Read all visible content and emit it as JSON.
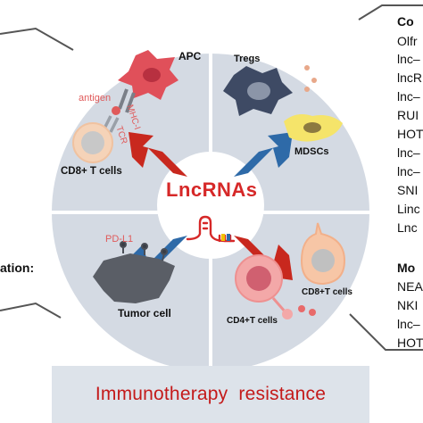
{
  "center": {
    "title": "LncRNAs"
  },
  "quadrants": {
    "top_left": {
      "cell_label": "APC",
      "antigen_label": "antigen",
      "mhc_label": "MHC-I",
      "tcr_label": "TCR",
      "tcell_label": "CD8+ T cells"
    },
    "top_right": {
      "tregs_label": "Tregs",
      "mdscs_label": "MDSCs"
    },
    "bottom_left": {
      "pdl1_label": "PD-L1",
      "tumor_label": "Tumor cell"
    },
    "bottom_right": {
      "cd8_label": "CD8+T cells",
      "cd4_label": "CD4+T cells"
    }
  },
  "left_panel": {
    "partial_label": "ation:"
  },
  "right_panel": {
    "section1_title": "Co",
    "section1_items": [
      "Olfr",
      "lnc–",
      "lncR",
      "lnc–",
      "RUI",
      "HOT",
      "lnc–",
      "lnc–",
      "SNI",
      "Linc",
      "Lnc"
    ],
    "section2_title": "Mo",
    "section2_items": [
      "NEA",
      "NKI",
      "lnc–",
      "HOT"
    ]
  },
  "footer": {
    "text": "Immunotherapy  resistance"
  },
  "colors": {
    "circle_fill": "#d4dae3",
    "divider": "#ffffff",
    "arrow_red": "#c8281e",
    "arrow_blue": "#2e6aa8",
    "lnc_red": "#d62828",
    "apc_red": "#e0505a",
    "tregs_blue": "#3e4a64",
    "mdsc_yellow": "#f5e46a",
    "tumor_gray": "#5a5e66",
    "callout_line": "#555555"
  }
}
